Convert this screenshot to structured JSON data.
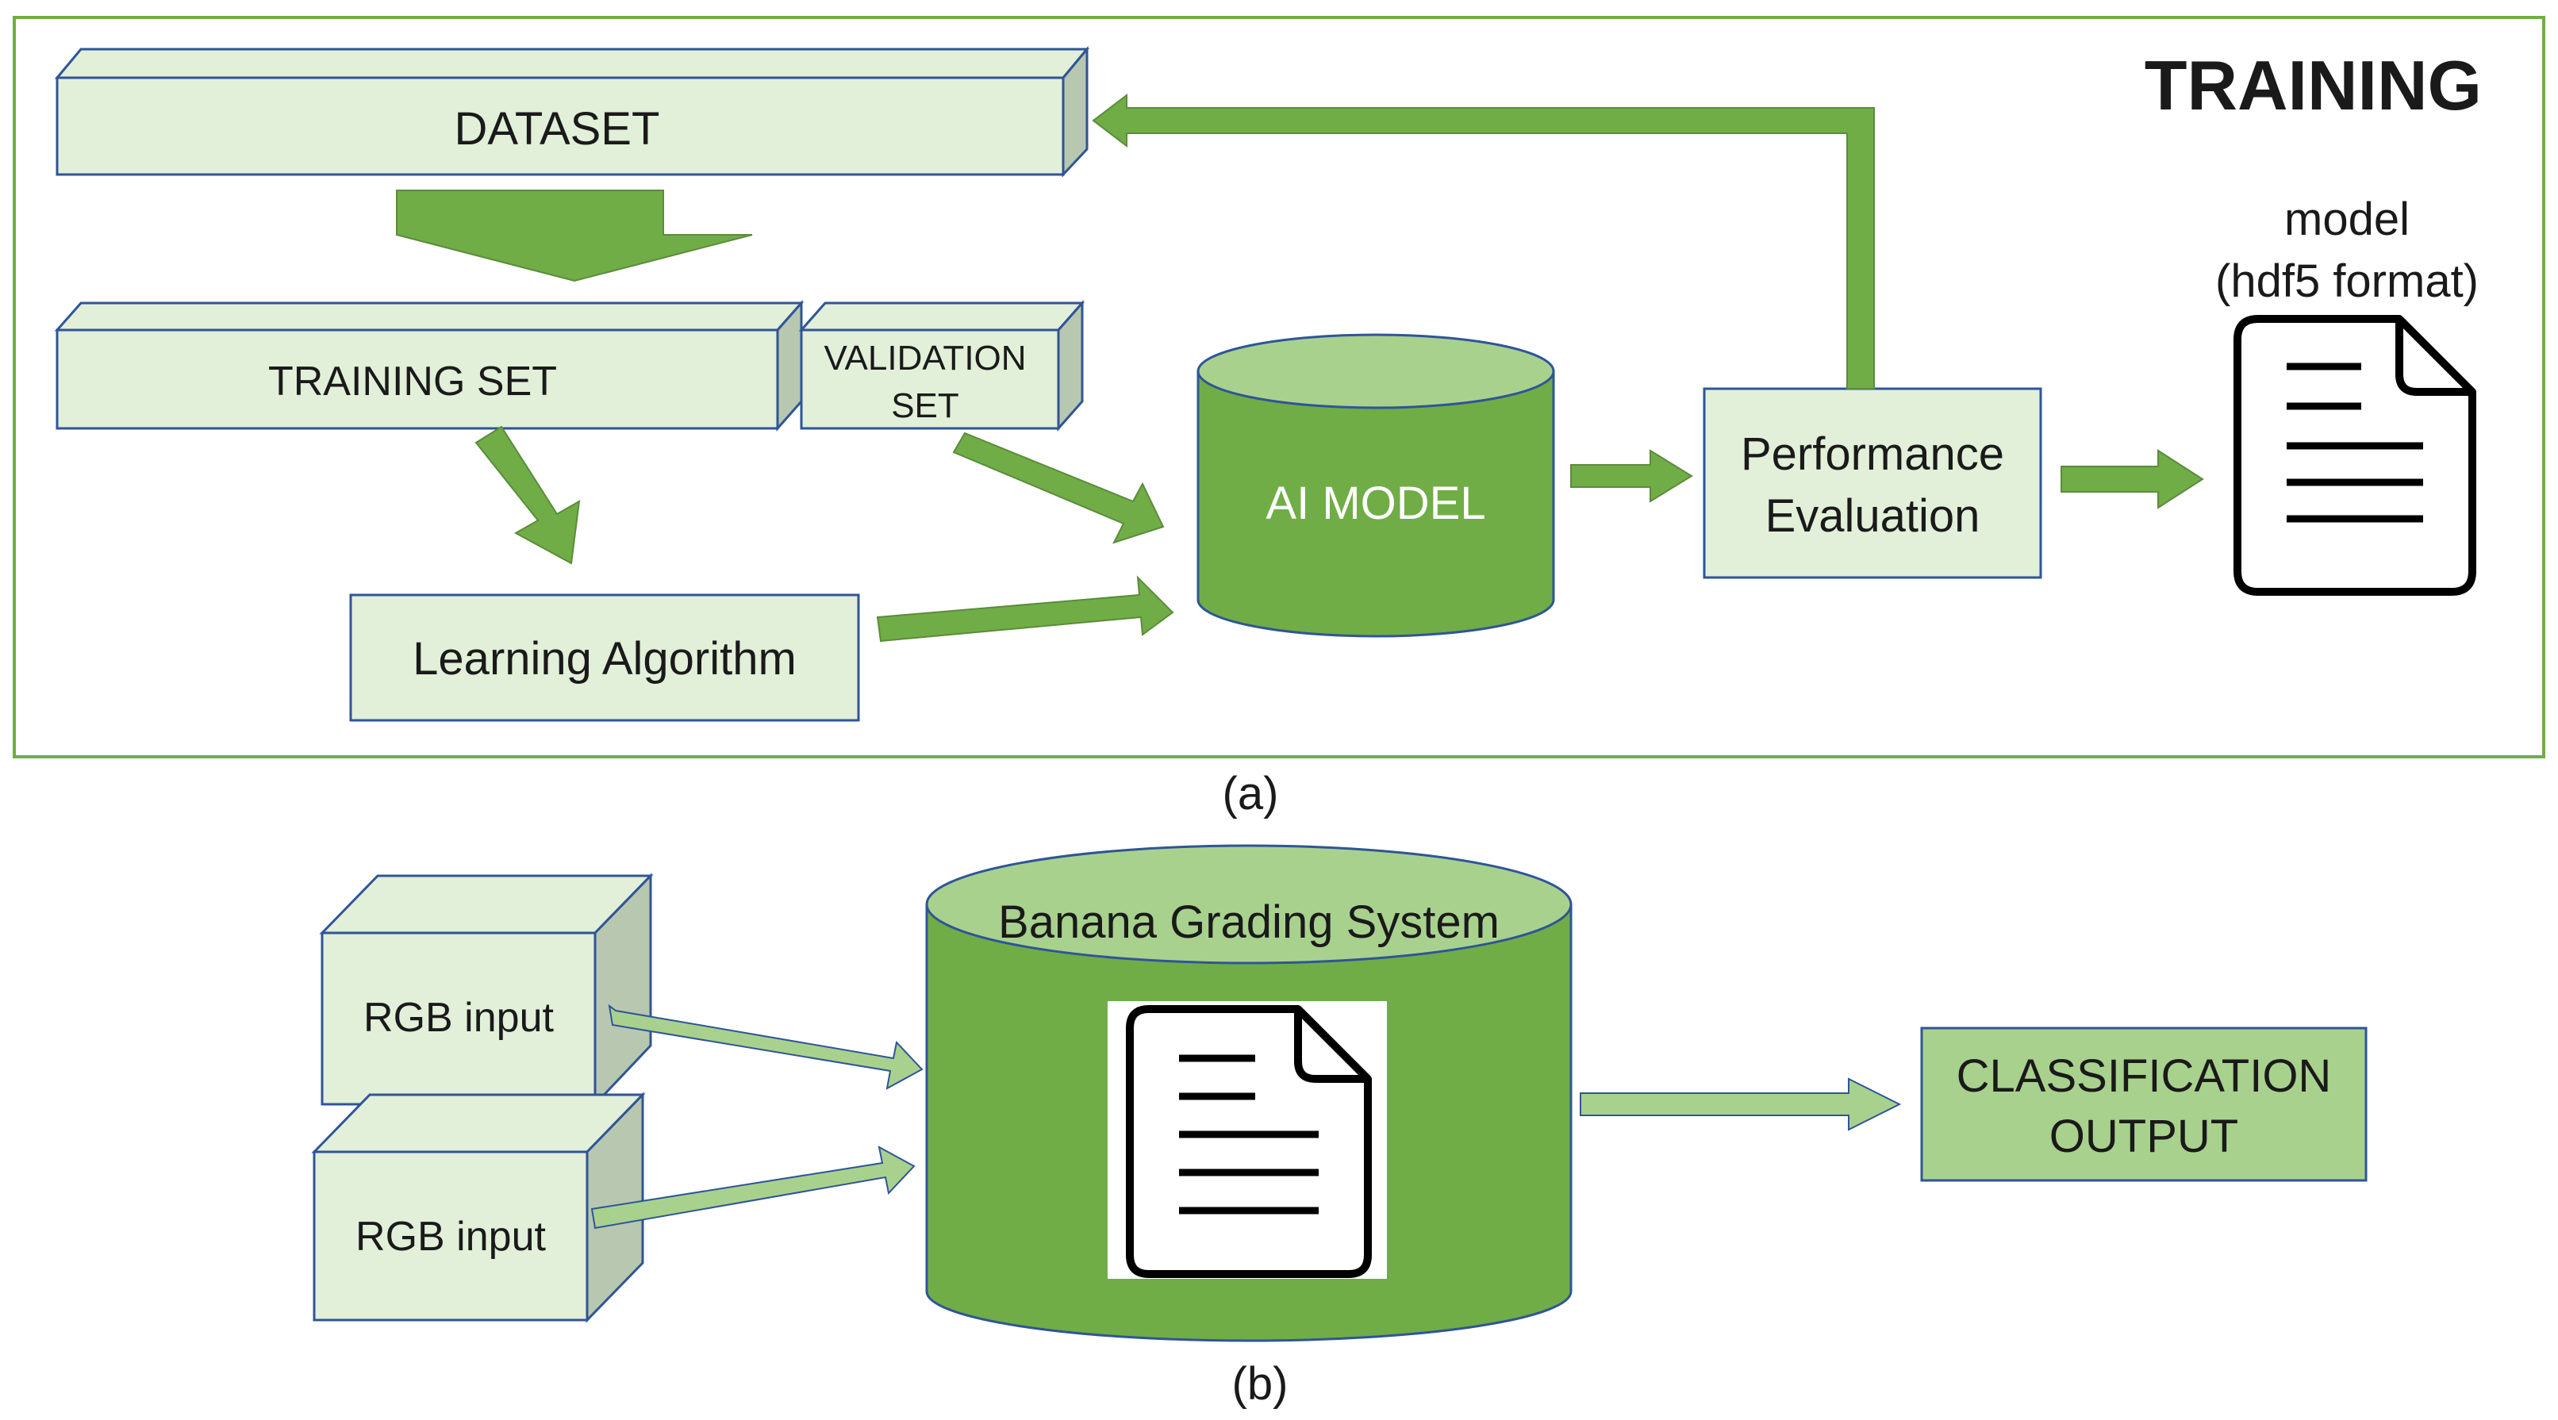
{
  "training": {
    "title": "TRAINING",
    "dataset": "DATASET",
    "training_set": "TRAINING SET",
    "validation_set_line1": "VALIDATION",
    "validation_set_line2": "SET",
    "learning_algorithm": "Learning Algorithm",
    "ai_model": "AI MODEL",
    "performance_line1": "Performance",
    "performance_line2": "Evaluation",
    "model_line1": "model",
    "model_line2": "(hdf5 format)",
    "caption": "(a)"
  },
  "inference": {
    "rgb_input_top": "RGB input",
    "rgb_input_bottom": "RGB input",
    "system": "Banana Grading System",
    "output_line1": "CLASSIFICATION",
    "output_line2": "OUTPUT",
    "caption": "(b)"
  },
  "colors": {
    "frame": "#70ad47",
    "box_fill": "#e2efd9",
    "box_border": "#2f5597",
    "side_fill": "#b8c7b0",
    "arrow_dark": "#70ad47",
    "arrow_light": "#a9d18e",
    "cylinder": "#70ad47",
    "cylinder_top": "#a9d18e"
  },
  "icons": [
    "document-icon",
    "document-icon"
  ]
}
